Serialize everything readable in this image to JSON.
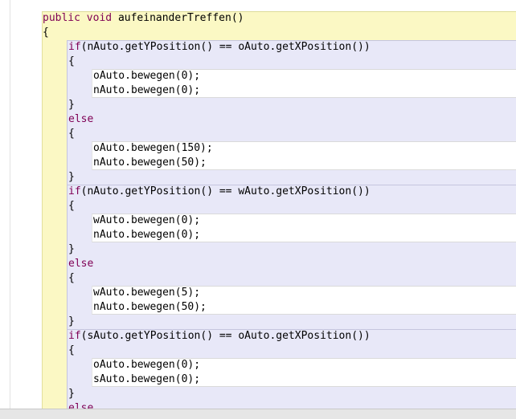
{
  "method": {
    "kw_public": "public",
    "kw_void": "void",
    "name": "aufeinanderTreffen()",
    "open": "{"
  },
  "blocks": [
    {
      "if_kw": "if",
      "if_cond": "(nAuto.getYPosition() == oAuto.getXPosition())",
      "open1": "{",
      "then_lines": [
        "oAuto.bewegen(0);",
        "nAuto.bewegen(0);"
      ],
      "close1": "}",
      "else_kw": "else",
      "open2": "{",
      "else_lines": [
        "oAuto.bewegen(150);",
        "nAuto.bewegen(50);"
      ],
      "close2": "}"
    },
    {
      "if_kw": "if",
      "if_cond": "(nAuto.getYPosition() == wAuto.getXPosition())",
      "open1": "{",
      "then_lines": [
        "wAuto.bewegen(0);",
        "nAuto.bewegen(0);"
      ],
      "close1": "}",
      "else_kw": "else",
      "open2": "{",
      "else_lines": [
        "wAuto.bewegen(5);",
        "nAuto.bewegen(50);"
      ],
      "close2": "}"
    },
    {
      "if_kw": "if",
      "if_cond": "(sAuto.getYPosition() == oAuto.getXPosition())",
      "open1": "{",
      "then_lines": [
        "oAuto.bewegen(0);",
        "sAuto.bewegen(0);"
      ],
      "close1": "}",
      "else_kw": "else"
    }
  ],
  "colors": {
    "keyword": "#7f0055",
    "method_background": "#fbf8c4",
    "if_block_background": "#e8e8f8",
    "statement_background": "#ffffff"
  }
}
